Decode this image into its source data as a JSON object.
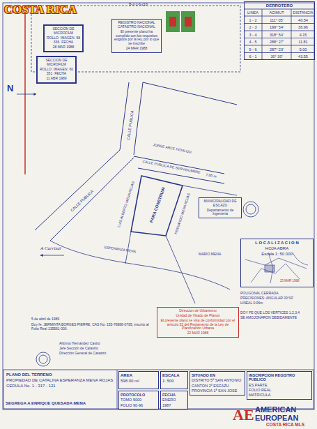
{
  "diagram": {
    "nodes": [
      {
        "text": [
          "SECCION DE MICROFILM",
          "ROLLO",
          "IMAGEN",
          "58",
          "336",
          "FECHA",
          "28 MAR 1988"
        ]
      },
      {
        "text": [
          "REGISTRO NACIONAL CATASTRO NACIONAL",
          "El presente plano ha cumplido con los requisitos exigidos por la ley, por lo que se inscribe",
          "24 MAR 1988"
        ]
      },
      {
        "text": [
          "DERROTERO"
        ]
      },
      {
        "text": [
          "SECCION DE MICROFILM",
          "ROLLO",
          "IMAGEN",
          "60",
          "351",
          "FECHA",
          "11 ABR 1989"
        ]
      },
      {
        "text": [
          "MUNICIPALIDAD DE ESCAZU",
          "Departamento de Ingeniería"
        ]
      },
      {
        "text": [
          "Direccion de Urbanismo",
          "Unidad de Visado de Planos",
          "El presente plano se visa de conformidad con el artículo 33 del Reglamento de la Ley de Planificación Urbana",
          "22 MAR 1988"
        ]
      },
      {
        "text": [
          "L O C A L I Z A C I O N",
          "HOJA ABRA",
          "Escala 1: 50 000"
        ]
      },
      {
        "text": [
          "PLANO DEL TERRENO",
          "PROPIEDAD DE CATALINA ESPERANZA MENA ROJAS",
          "CEDULA No. 1 - 317 - 121"
        ]
      },
      {
        "text": [
          "AREA",
          "598.00 m²"
        ]
      },
      {
        "text": [
          "ESCALA",
          "1: 500"
        ]
      },
      {
        "text": [
          "SITUADO EN",
          "DISTRITO 5º SAN ANTONIO",
          "CANTON 2º ESCAZU",
          "PROVINCIA 1ª SAN JOSE"
        ]
      },
      {
        "text": [
          "INSCRIPCION REGISTRO PUBLICO",
          "ES PARTE",
          "FOLIO REAL",
          "MATRICULA"
        ]
      },
      {
        "text": [
          "PROTOCOLO",
          "TOMO 5000",
          "FOLIO 90-96"
        ]
      },
      {
        "text": [
          "FECHA",
          "ENERO",
          "1987"
        ]
      }
    ],
    "labels": [
      "COSTA RICA",
      "B-2-1-6-218",
      "N",
      "LINEA",
      "ACIMUT",
      "DISTANCIA",
      "1 - 2",
      "111° 05'",
      "40.54",
      "2 - 3",
      "199° 54'",
      "36.96",
      "3 - 4",
      "318° 54'",
      "4.15",
      "4 - 5",
      "288° 27'",
      "11.81",
      "5 - 6",
      "287° 23'",
      "5.00",
      "6 - 1",
      "30° 30'",
      "43.55",
      "CALLE PUBLICA",
      "CALLE PUBLICA",
      "CALLE PUBLICA DE SERVIDUMBRE",
      "7.00 m",
      "JORGE ARCE HIDALGO",
      "PARA CONSTRUIR",
      "LUIS ALBERTO MENA ROJAS",
      "FERNANDO MENA ROJAS",
      "A Carrizal",
      "ESPERANZA MENA",
      "MARIO MENA",
      "5 de abril de 1989",
      "Doy fe: JERMINTA BORGES PIERRE, CAS No: 155-78888-0785, inscrito al Folio Real 135561-000.",
      "Alfonso Hernández Castro",
      "Jefe Sección de Catastro",
      "Dirección General de Catastro",
      "POLIGONAL CERRADA",
      "PRECISIONES: ANGULAR 00°00'",
      "LINEAL 0.06m",
      "DOY FE QUE LOS VERTICES 1,2,3,4",
      "SE AMOJONARON DEBIDAMENTE",
      "23 MAR 1988",
      "SEGREGA A ENRIQUE QUESADA MENA",
      "AE",
      "AMERICAN",
      "EUROPEAN",
      "COSTA RICA MLS"
    ]
  }
}
